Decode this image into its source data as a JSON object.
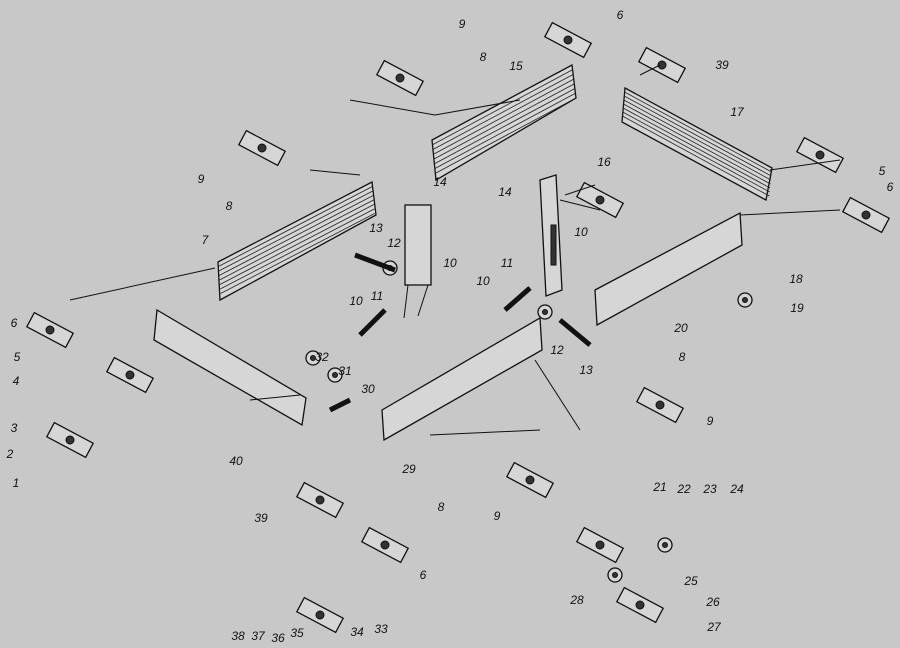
{
  "diagram": {
    "type": "exploded-view parts diagram",
    "colors": {
      "background": "#c8c8c8",
      "ink": "#111111"
    },
    "labels": [
      "9",
      "6",
      "8",
      "15",
      "39",
      "17",
      "9",
      "8",
      "5",
      "6",
      "14",
      "16",
      "14",
      "7",
      "13",
      "12",
      "10",
      "10",
      "11",
      "18",
      "19",
      "6",
      "10",
      "11",
      "10",
      "20",
      "5",
      "12",
      "13",
      "8",
      "32",
      "31",
      "30",
      "4",
      "3",
      "9",
      "2",
      "1",
      "40",
      "29",
      "39",
      "8",
      "9",
      "21",
      "22",
      "23",
      "24",
      "6",
      "25",
      "28",
      "26",
      "27",
      "38",
      "37",
      "36",
      "35",
      "34",
      "33"
    ]
  }
}
